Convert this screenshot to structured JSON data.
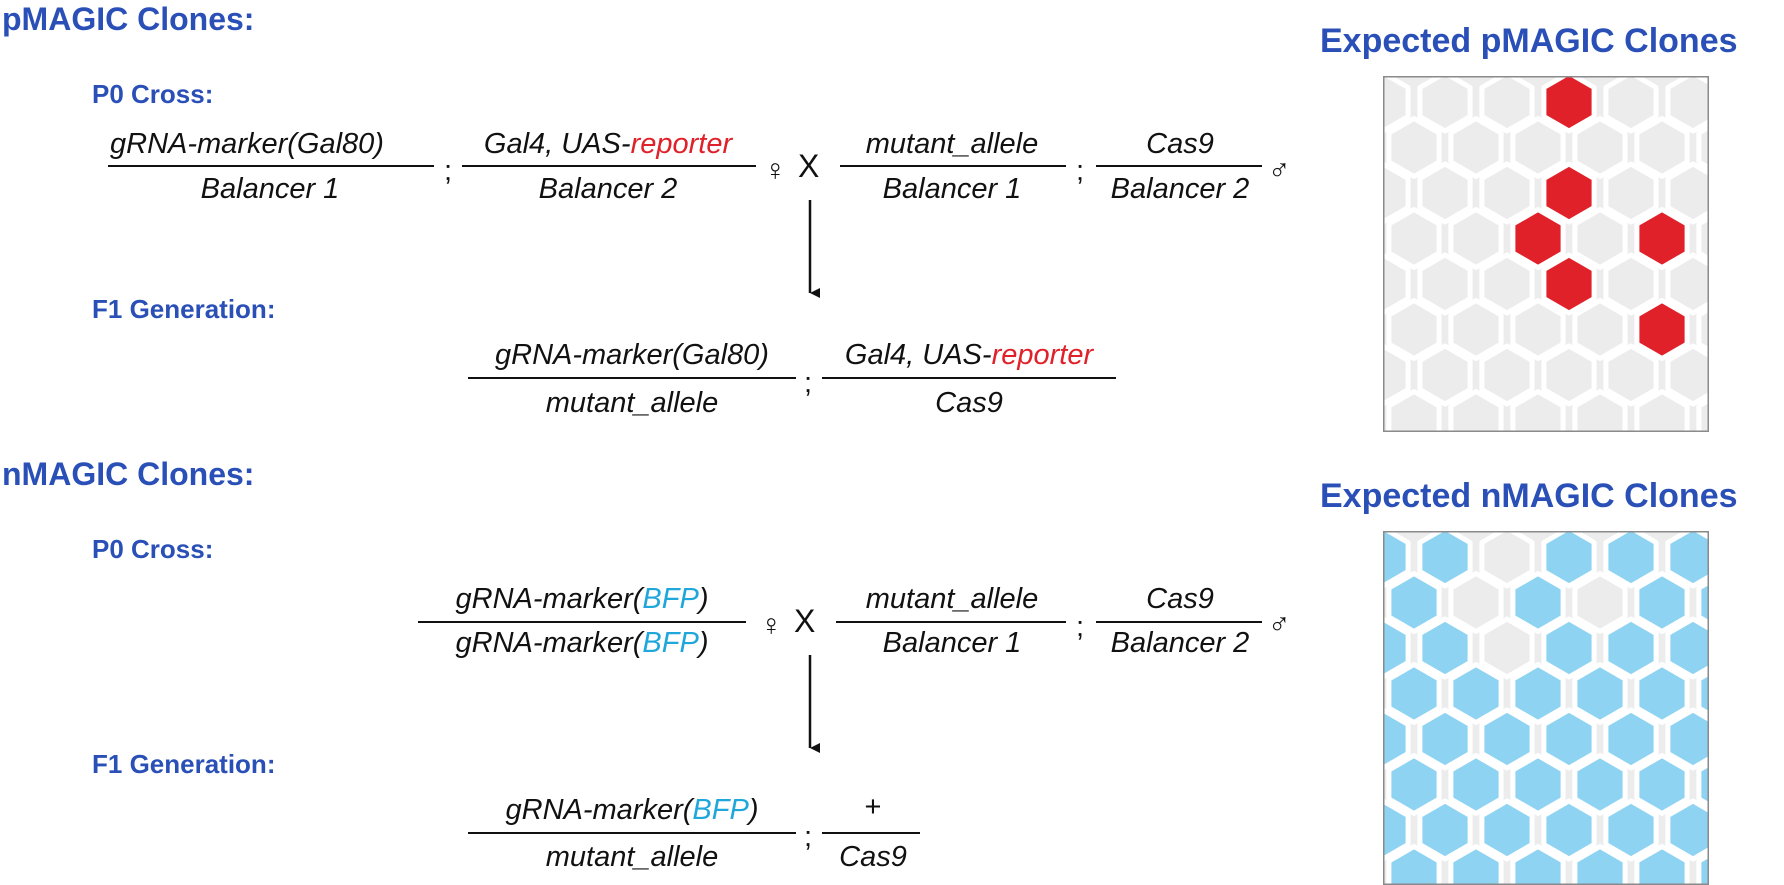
{
  "colors": {
    "heading": "#2a50b8",
    "reporter_red": "#e0212a",
    "bfp_blue": "#1fa7dc",
    "grid_gray": "#ececed",
    "light_blue": "#8fd3f3",
    "dark_blue": "#2e3192",
    "text": "#111111"
  },
  "pmagic": {
    "title": "pMAGIC Clones:",
    "p0_label": "P0 Cross:",
    "f1_label": "F1 Generation:",
    "p0": {
      "female_chr2_top": "gRNA-marker(Gal80)",
      "female_chr2_bottom": "Balancer 1",
      "female_chr3_top_a": "Gal4, UAS-",
      "female_chr3_top_b": "reporter",
      "female_chr3_bottom": "Balancer 2",
      "male_chr2_top": "mutant_allele",
      "male_chr2_bottom": "Balancer 1",
      "male_chr3_top": "Cas9",
      "male_chr3_bottom": "Balancer 2"
    },
    "f1": {
      "chr2_top": "gRNA-marker(Gal80)",
      "chr2_bottom": "mutant_allele",
      "chr3_top_a": "Gal4, UAS-",
      "chr3_top_b": "reporter",
      "chr3_bottom": "Cas9"
    },
    "expected_title": "Expected pMAGIC Clones"
  },
  "nmagic": {
    "title": "nMAGIC Clones:",
    "p0_label": "P0 Cross:",
    "f1_label": "F1 Generation:",
    "p0": {
      "female_top_a": "gRNA-marker(",
      "female_top_b": "BFP",
      "female_top_c": ")",
      "female_bottom_a": "gRNA-marker(",
      "female_bottom_b": "BFP",
      "female_bottom_c": ")",
      "male_chr2_top": "mutant_allele",
      "male_chr2_bottom": "Balancer 1",
      "male_chr3_top": "Cas9",
      "male_chr3_bottom": "Balancer 2"
    },
    "f1": {
      "chr2_top_a": "gRNA-marker(",
      "chr2_top_b": "BFP",
      "chr2_top_c": ")",
      "chr2_bottom": "mutant_allele",
      "chr3_top": "+",
      "chr3_bottom": "Cas9"
    },
    "expected_title": "Expected nMAGIC Clones"
  },
  "symbols": {
    "female": "♀",
    "male": "♂",
    "cross": "X",
    "separator": ";"
  }
}
